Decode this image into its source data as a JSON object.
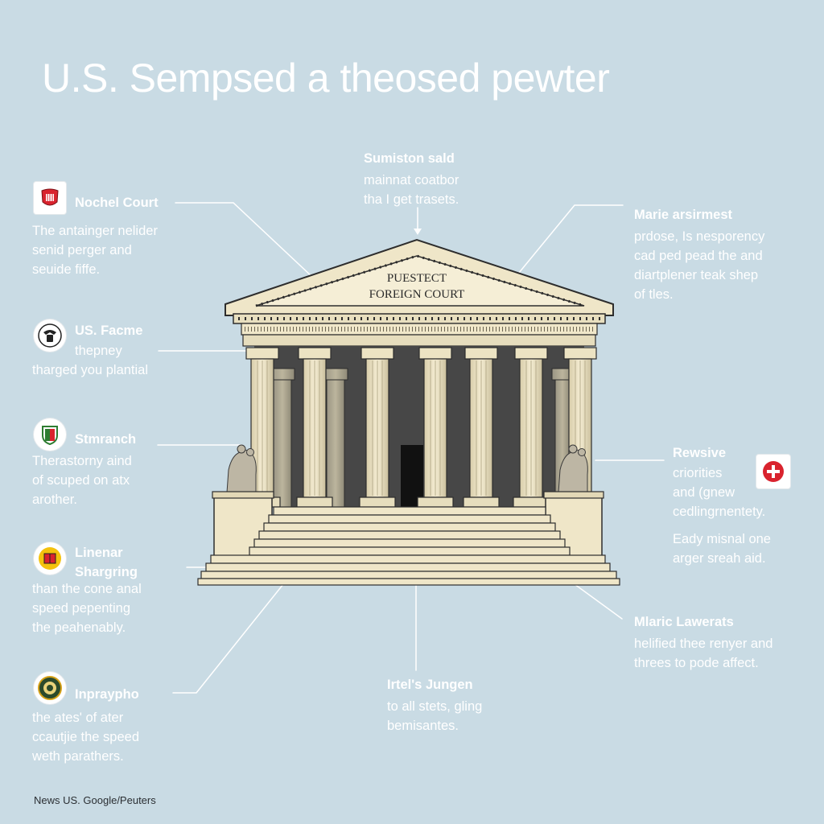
{
  "title": "U.S. Sempsed a theosed pewter",
  "building": {
    "pediment_line1": "PUESTECT",
    "pediment_line2": "FOREIGN COURT"
  },
  "callouts": {
    "top": {
      "heading": "Sumiston sald",
      "lines": [
        "mainnat coatbor",
        "tha I get trasets."
      ]
    },
    "left1": {
      "heading": "Nochel Court",
      "lines": [
        "The antainger nelider",
        "senid perger and",
        "seuide fiffe."
      ],
      "icon": "crest-icon"
    },
    "left2": {
      "heading": "US. Facme",
      "lines": [
        "thepney",
        "tharged you plantial"
      ],
      "icon": "eagle-seal-icon"
    },
    "left3": {
      "heading": "Stmranch",
      "lines": [
        "Therastorny aind",
        "of scuped on atx",
        "arother."
      ],
      "icon": "shield-icon"
    },
    "left4": {
      "heading": "Linenar",
      "heading2": "Shargring",
      "lines": [
        "than the cone anal",
        "speed pepenting",
        "the peahenably."
      ],
      "icon": "book-badge-icon"
    },
    "left5": {
      "heading": "Inpraypho",
      "lines": [
        "the ates' of ater",
        "ccautjie the speed",
        "weth parathers."
      ],
      "icon": "round-seal-icon"
    },
    "right1": {
      "heading": "Marie arsirmest",
      "lines": [
        "prdose, Is nesporency",
        "cad ped pead the and",
        "diartplener teak shep",
        "of tles."
      ]
    },
    "right2": {
      "heading": "Rewsive",
      "lines": [
        "criorities",
        "and (gnew",
        "cedlingrnentety."
      ],
      "extra": [
        "Eady misnal one",
        "arger sreah aid."
      ],
      "icon": "red-cross-icon"
    },
    "right3": {
      "heading": "Mlaric Lawerats",
      "lines": [
        "helified thee renyer and",
        "threes to pode affect."
      ]
    },
    "bottom": {
      "heading": "Irtel's Jungen",
      "lines": [
        "to all stets, gling",
        "bemisantes."
      ]
    }
  },
  "credit": "News US. Google/Peuters",
  "colors": {
    "background": "#c9dbe4",
    "stone": "#efe6c8",
    "stone_shadow": "#c9bf9f",
    "interior": "#474747",
    "text": "#ffffff",
    "accent_red": "#d9232e"
  }
}
